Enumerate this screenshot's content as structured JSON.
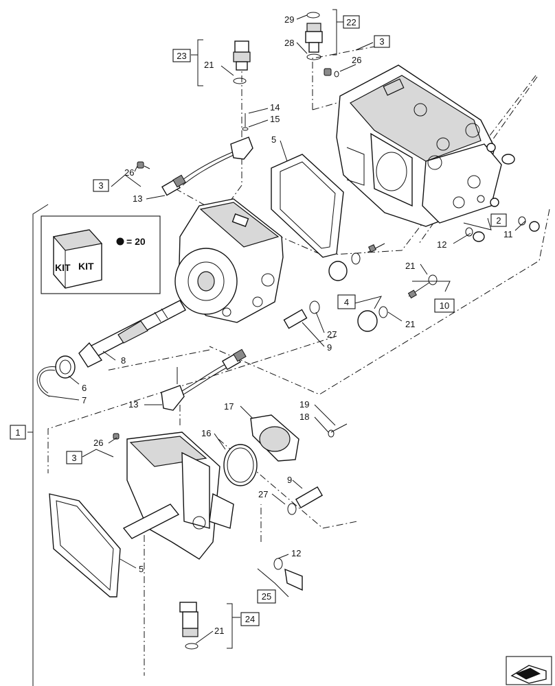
{
  "callouts": [
    {
      "id": "c29",
      "text": "29"
    },
    {
      "id": "c28",
      "text": "28"
    },
    {
      "id": "c22",
      "text": "22",
      "boxed": true
    },
    {
      "id": "c3a",
      "text": "3",
      "boxed": true
    },
    {
      "id": "c26a",
      "text": "26"
    },
    {
      "id": "c23",
      "text": "23",
      "boxed": true
    },
    {
      "id": "c21a",
      "text": "21"
    },
    {
      "id": "c14",
      "text": "14"
    },
    {
      "id": "c15",
      "text": "15"
    },
    {
      "id": "c5a",
      "text": "5"
    },
    {
      "id": "c26b",
      "text": "26"
    },
    {
      "id": "c3b",
      "text": "3",
      "boxed": true
    },
    {
      "id": "c13a",
      "text": "13"
    },
    {
      "id": "c20",
      "text": "= 20"
    },
    {
      "id": "c2",
      "text": "2",
      "boxed": true
    },
    {
      "id": "c12a",
      "text": "12"
    },
    {
      "id": "c11",
      "text": "11"
    },
    {
      "id": "c21b",
      "text": "21"
    },
    {
      "id": "c4",
      "text": "4",
      "boxed": true
    },
    {
      "id": "c10",
      "text": "10",
      "boxed": true
    },
    {
      "id": "c21c",
      "text": "21"
    },
    {
      "id": "c27a",
      "text": "27"
    },
    {
      "id": "c9a",
      "text": "9"
    },
    {
      "id": "c8",
      "text": "8"
    },
    {
      "id": "c6",
      "text": "6"
    },
    {
      "id": "c7",
      "text": "7"
    },
    {
      "id": "c13b",
      "text": "13"
    },
    {
      "id": "c17",
      "text": "17"
    },
    {
      "id": "c19",
      "text": "19"
    },
    {
      "id": "c18",
      "text": "18"
    },
    {
      "id": "c1",
      "text": "1",
      "boxed": true
    },
    {
      "id": "c16",
      "text": "16"
    },
    {
      "id": "c26c",
      "text": "26"
    },
    {
      "id": "c3c",
      "text": "3",
      "boxed": true
    },
    {
      "id": "c9b",
      "text": "9"
    },
    {
      "id": "c27b",
      "text": "27"
    },
    {
      "id": "c5b",
      "text": "5"
    },
    {
      "id": "c12b",
      "text": "12"
    },
    {
      "id": "c25",
      "text": "25",
      "boxed": true
    },
    {
      "id": "c24",
      "text": "24",
      "boxed": true
    },
    {
      "id": "c21d",
      "text": "21"
    }
  ],
  "kit": {
    "label_left": "KIT",
    "label_right": "KIT"
  }
}
